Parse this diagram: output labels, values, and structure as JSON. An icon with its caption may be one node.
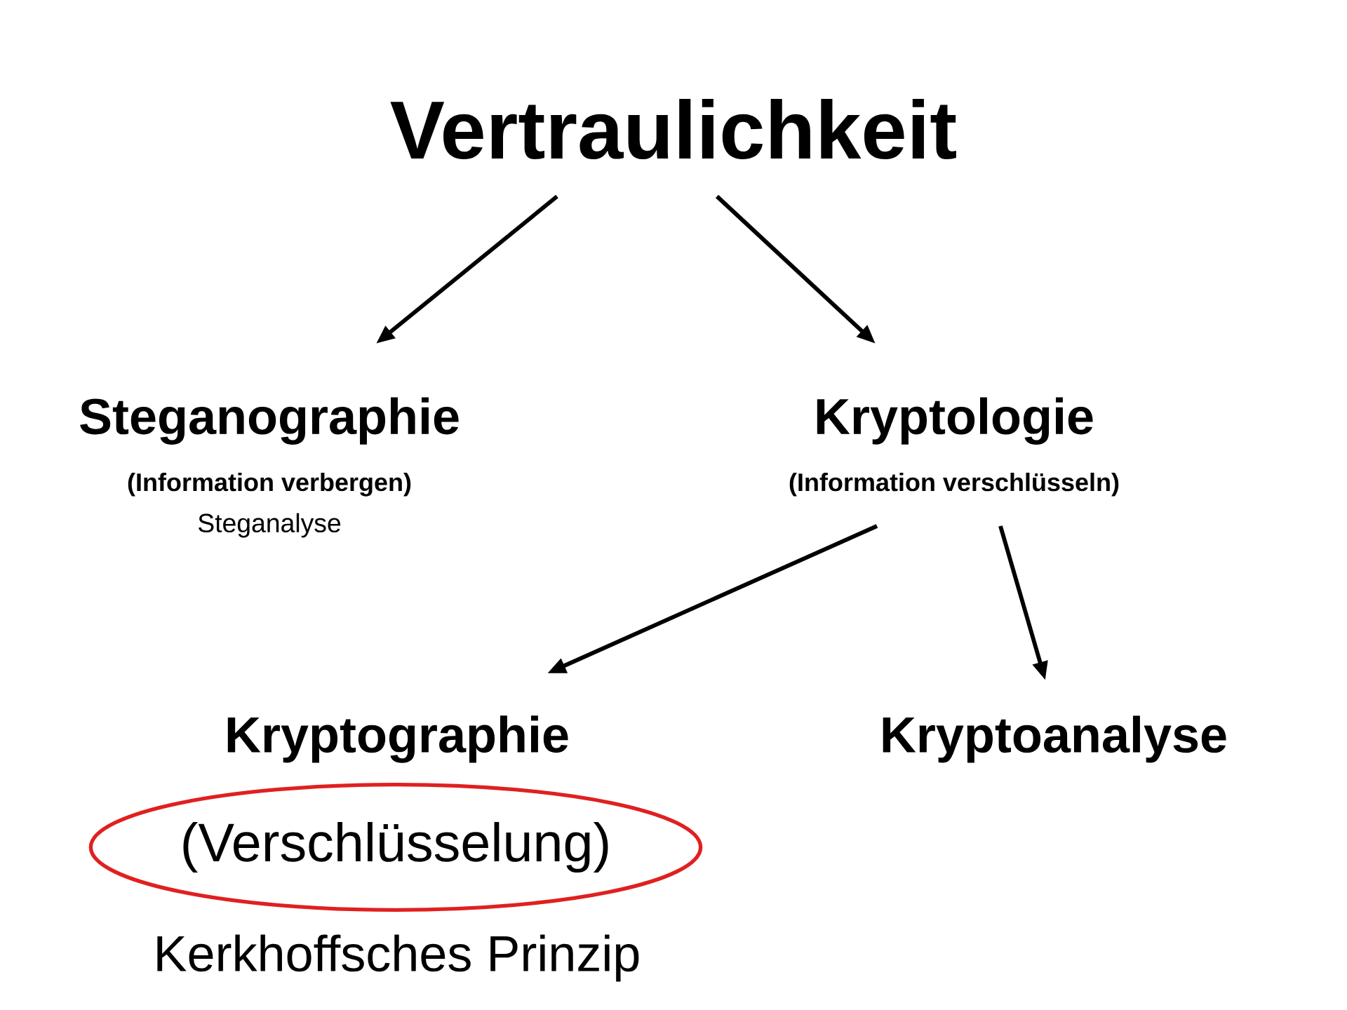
{
  "diagram": {
    "nodes": [
      {
        "text": [
          "Vertraulichkeit"
        ]
      },
      {
        "text": [
          "Steganographie",
          "(Information verbergen)",
          "Steganalyse"
        ]
      },
      {
        "text": [
          "Kryptologie",
          "(Information verschlüsseln)"
        ]
      },
      {
        "text": [
          "Kryptographie"
        ]
      },
      {
        "text": [
          "(Verschlüsselung)"
        ]
      },
      {
        "text": [
          "Kryptoanalyse"
        ]
      }
    ],
    "edges": [
      {
        "from": 0,
        "to": 1,
        "arrow": "to"
      },
      {
        "from": 0,
        "to": 2,
        "arrow": "to"
      },
      {
        "from": 2,
        "to": 3,
        "arrow": "to"
      },
      {
        "from": 2,
        "to": 5,
        "arrow": "to"
      }
    ],
    "labels": [
      "Kerkhoffsches Prinzip"
    ]
  }
}
